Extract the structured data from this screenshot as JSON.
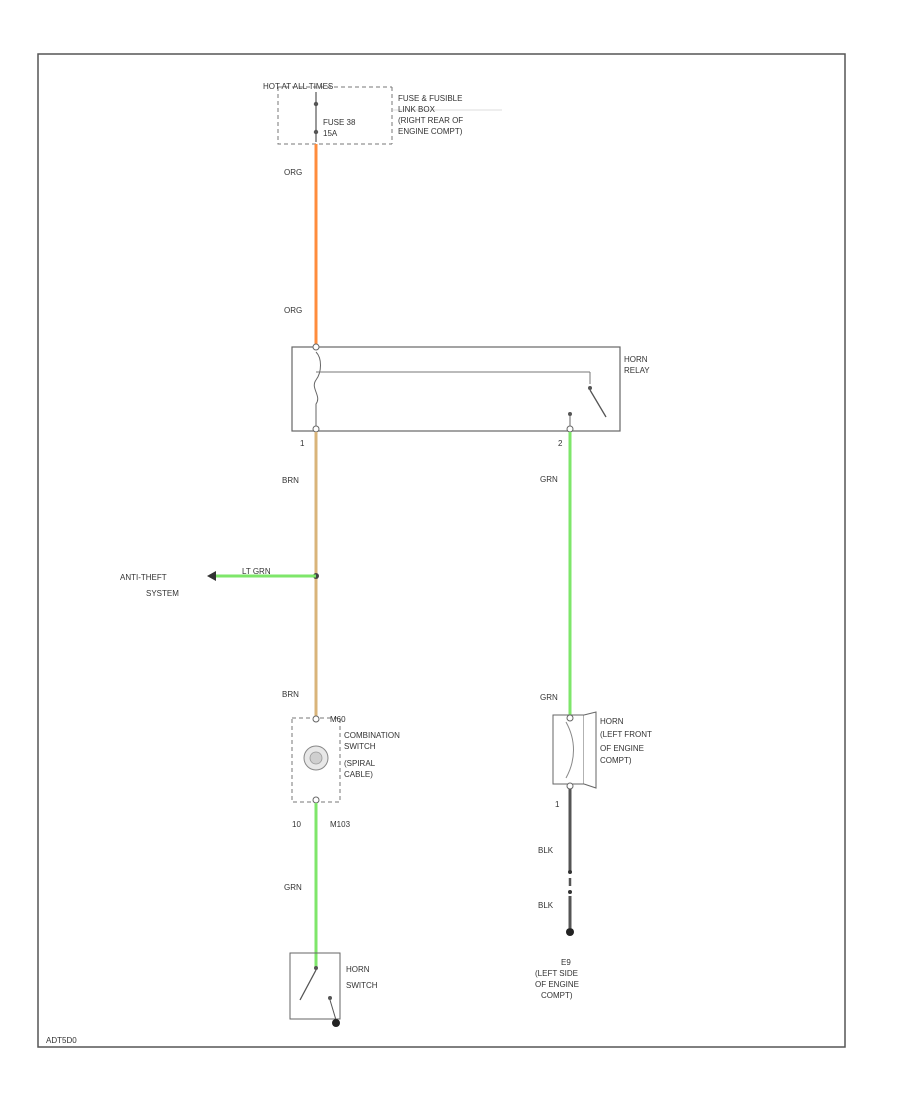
{
  "header": {
    "hot_at_all_times": "HOT AT ALL TIMES",
    "fuse_label_line1": "FUSE 38",
    "fuse_label_line2": "15A",
    "fuse_box_line1": "FUSE & FUSIBLE",
    "fuse_box_line2": "LINK BOX",
    "fuse_box_line3": "(RIGHT REAR OF",
    "fuse_box_line4": "ENGINE COMPT)"
  },
  "wires": {
    "org_top": "ORG",
    "org_lower": "ORG",
    "brn_upper": "BRN",
    "lt_grn": "LT GRN",
    "brn_lower": "BRN",
    "grn_combo": "GRN",
    "grn_relay": "GRN",
    "grn_horn": "GRN",
    "blk_upper": "BLK",
    "blk_lower": "BLK"
  },
  "pins": {
    "relay_left": "1",
    "relay_right": "2",
    "combo_bottom": "10",
    "horn_bottom": "1"
  },
  "components": {
    "horn_relay_line1": "HORN",
    "horn_relay_line2": "RELAY",
    "anti_theft_line1": "ANTI-THEFT",
    "anti_theft_line2": "SYSTEM",
    "combo_line1": "COMBINATION",
    "combo_line2": "SWITCH",
    "combo_line3": "(SPIRAL",
    "combo_line4": "CABLE)",
    "combo_ref_top": "M60",
    "combo_ref_bottom": "M103",
    "horn_line1": "HORN",
    "horn_line2": "(LEFT FRONT",
    "horn_line3": "OF ENGINE",
    "horn_line4": "COMPT)",
    "horn_switch_line1": "HORN",
    "horn_switch_line2": "SWITCH",
    "ground_id": "E9",
    "ground_line1": "(LEFT SIDE",
    "ground_line2": "OF ENGINE",
    "ground_line3": "COMPT)"
  },
  "footer": {
    "code": "ADT5D0"
  },
  "colors": {
    "org": "#ff8c3c",
    "brn": "#d9b47a",
    "grn": "#7ee66a",
    "blk": "#555555",
    "frame": "#555555"
  }
}
